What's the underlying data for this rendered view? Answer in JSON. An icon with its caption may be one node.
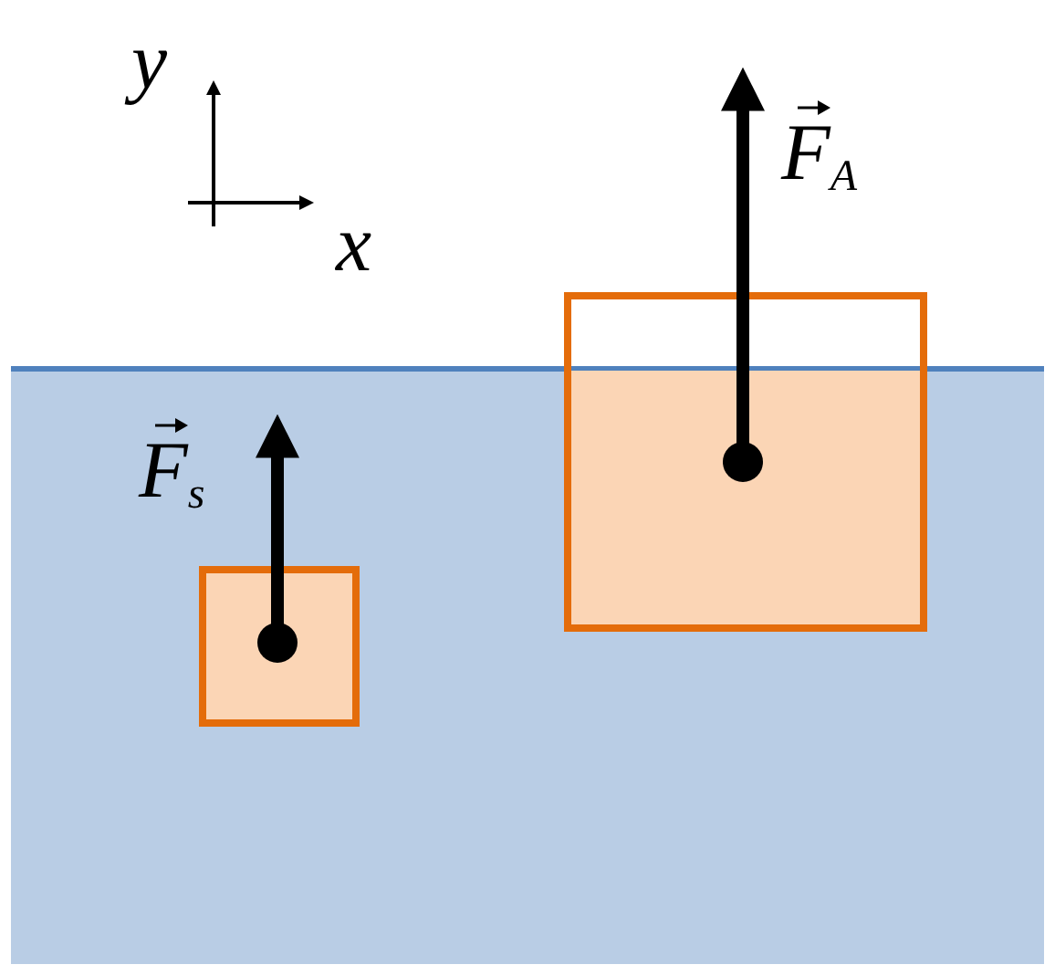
{
  "diagram": {
    "nodes": [
      {
        "text": [],
        "shape": "box"
      },
      {
        "text": [],
        "shape": "box"
      }
    ],
    "labels": [
      "y",
      "x",
      "F$_{A}$",
      "F$_{s}$"
    ]
  }
}
